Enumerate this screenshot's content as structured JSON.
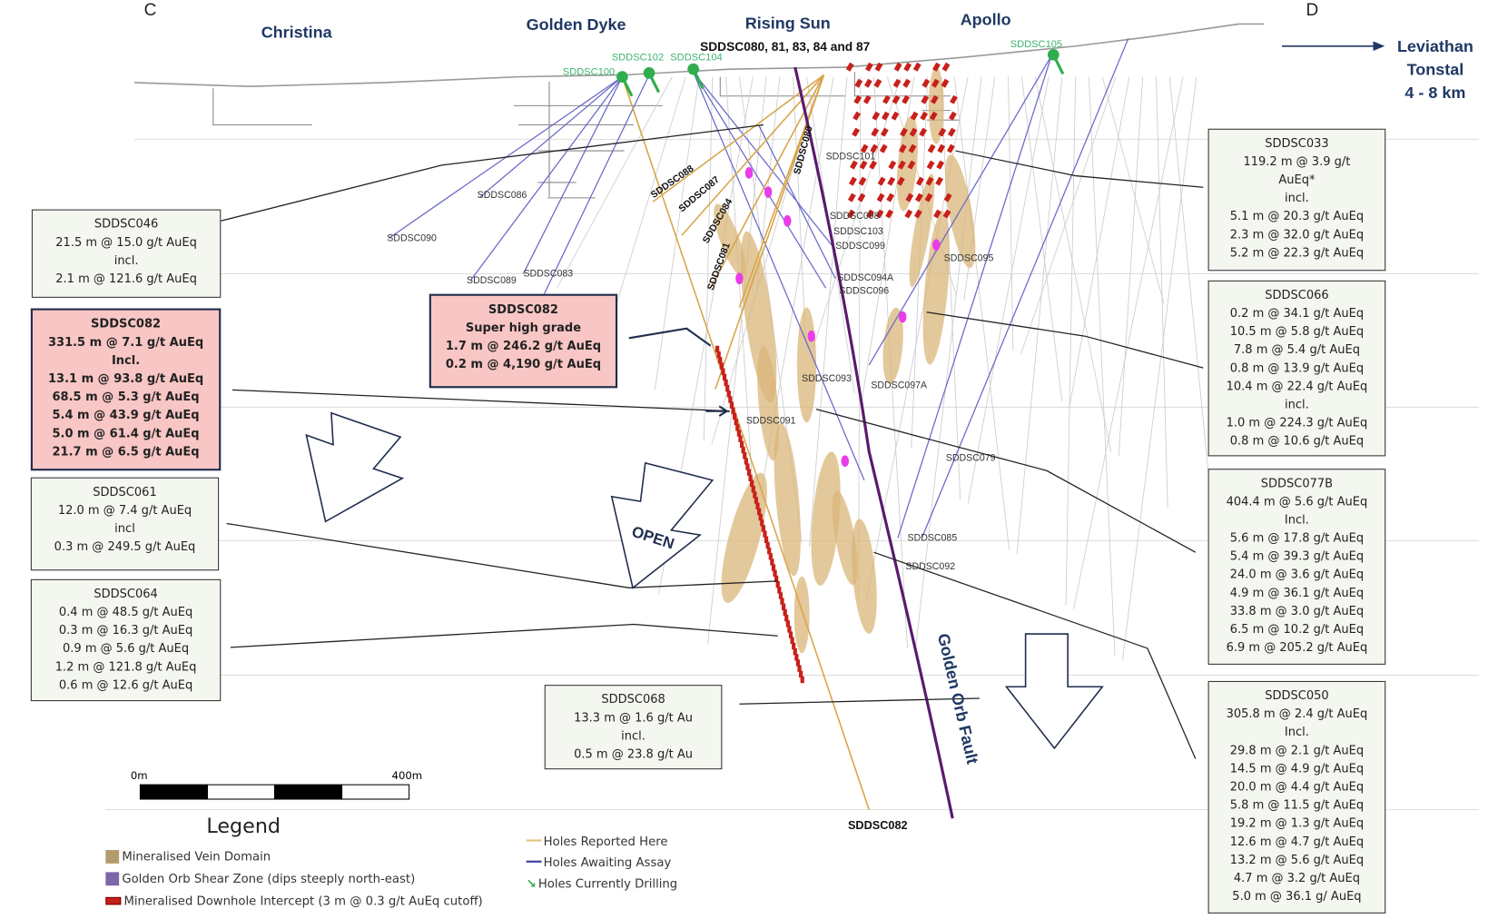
{
  "section_ends": {
    "left": "C",
    "right": "D"
  },
  "prospects": {
    "christina": "Christina",
    "golden_dyke": "Golden Dyke",
    "rising_sun": "Rising Sun",
    "apollo": "Apollo",
    "rising_sun_holes": "SDDSC080, 81, 83, 84 and 87"
  },
  "direction_note": {
    "line1": "Leviathan",
    "line2": "Tonstal",
    "line3": "4 - 8 km"
  },
  "drilling_now": [
    "SDDSC100",
    "SDDSC102",
    "SDDSC104",
    "SDDSC105"
  ],
  "hole_labels": [
    "SDDSC086",
    "SDDSC090",
    "SDDSC089",
    "SDDSC083",
    "SDDSC088",
    "SDDSC087",
    "SDDSC084",
    "SDDSC081",
    "SDDSC080",
    "SDDSC101",
    "SDDSC098",
    "SDDSC103",
    "SDDSC099",
    "SDDSC095",
    "SDDSC094A",
    "SDDSC096",
    "SDDSC093",
    "SDDSC097A",
    "SDDSC091",
    "SDDSC079",
    "SDDSC085",
    "SDDSC092"
  ],
  "bottom_hole": "SDDSC082",
  "fault_label": "Golden Orb Fault",
  "open_label": "OPEN",
  "boxes": {
    "sddsc046": [
      "SDDSC046",
      "21.5 m @ 15.0 g/t AuEq",
      "incl.",
      "2.1 m @ 121.6 g/t AuEq"
    ],
    "sddsc082": [
      "SDDSC082",
      "331.5 m @ 7.1 g/t AuEq",
      "Incl.",
      "13.1 m @ 93.8 g/t AuEq",
      "68.5 m @ 5.3 g/t AuEq",
      "5.4 m @ 43.9 g/t AuEq",
      "5.0 m @ 61.4 g/t AuEq",
      "21.7 m @ 6.5 g/t AuEq"
    ],
    "sddsc061": [
      "SDDSC061",
      "12.0 m @ 7.4 g/t AuEq",
      "incl",
      "0.3 m @ 249.5 g/t AuEq"
    ],
    "sddsc064": [
      "SDDSC064",
      "0.4 m @ 48.5 g/t AuEq",
      "0.3 m @ 16.3 g/t AuEq",
      "0.9 m @ 5.6 g/t AuEq",
      "1.2 m @ 121.8 g/t AuEq",
      "0.6 m @ 12.6 g/t AuEq"
    ],
    "sddsc082_shg": [
      "SDDSC082",
      "Super high grade",
      "1.7 m @ 246.2 g/t AuEq",
      "0.2 m @ 4,190 g/t AuEq"
    ],
    "sddsc068": [
      "SDDSC068",
      "13.3 m @ 1.6 g/t Au",
      "incl.",
      "0.5 m @ 23.8 g/t Au"
    ],
    "sddsc033": [
      "SDDSC033",
      "119.2 m @ 3.9 g/t",
      "AuEq*",
      "incl.",
      "5.1 m @ 20.3 g/t AuEq",
      "2.3 m @ 32.0 g/t AuEq",
      "5.2 m @ 22.3 g/t AuEq"
    ],
    "sddsc066": [
      "SDDSC066",
      "0.2 m @ 34.1 g/t AuEq",
      "10.5 m @ 5.8 g/t AuEq",
      "7.8 m @ 5.4 g/t AuEq",
      "0.8 m @ 13.9 g/t AuEq",
      "10.4 m @ 22.4 g/t AuEq",
      "incl.",
      "1.0 m @ 224.3 g/t AuEq",
      "0.8 m @ 10.6 g/t AuEq"
    ],
    "sddsc077b": [
      "SDDSC077B",
      "404.4 m @ 5.6 g/t AuEq",
      "Incl.",
      "5.6 m @ 17.8 g/t AuEq",
      "5.4 m @ 39.3 g/t AuEq",
      "24.0 m @ 3.6 g/t AuEq",
      "4.9 m @ 36.1 g/t AuEq",
      "33.8 m @ 3.0 g/t AuEq",
      "6.5 m @ 10.2 g/t AuEq",
      "6.9 m @ 205.2 g/t AuEq"
    ],
    "sddsc050": [
      "SDDSC050",
      "305.8 m @ 2.4 g/t AuEq",
      "Incl.",
      "29.8 m @ 2.1 g/t AuEq",
      "14.5 m @ 4.9 g/t AuEq",
      "20.0 m @ 4.4 g/t AuEq",
      "5.8 m @ 11.5 g/t AuEq",
      "19.2 m @ 1.3 g/t AuEq",
      "12.6 m @ 4.7 g/t AuEq",
      "13.2 m @ 5.6 g/t AuEq",
      "4.7 m @ 3.2 g/t AuEq",
      "5.0 m @ 36.1 g/ AuEq"
    ]
  },
  "scale_bar": {
    "start": "0m",
    "end": "400m"
  },
  "legend": {
    "title": "Legend",
    "items": [
      {
        "label": "Mineralised Vein Domain",
        "color": "#b39b6b"
      },
      {
        "label": "Golden Orb Shear Zone (dips steeply north-east)",
        "color": "#7a68a8"
      },
      {
        "label": "Mineralised Downhole Intercept (3 m @ 0.3 g/t AuEq cutoff)",
        "color": "#c8201a"
      }
    ],
    "lines": [
      {
        "label": "Holes Reported Here",
        "color": "#e8c27a"
      },
      {
        "label": "Holes Awaiting Assay",
        "color": "#3a3aa0"
      },
      {
        "label": "Holes Currently Drilling",
        "color": "#2fae4e"
      }
    ]
  },
  "colors": {
    "title": "#1f3864",
    "pink_box": "#f8c6c4",
    "fault": "#5b1a6e",
    "drilling": "#2fae4e",
    "intercept": "#c8201a",
    "assay_line": "#6a6ac8",
    "reported_line": "#d9a54a"
  }
}
